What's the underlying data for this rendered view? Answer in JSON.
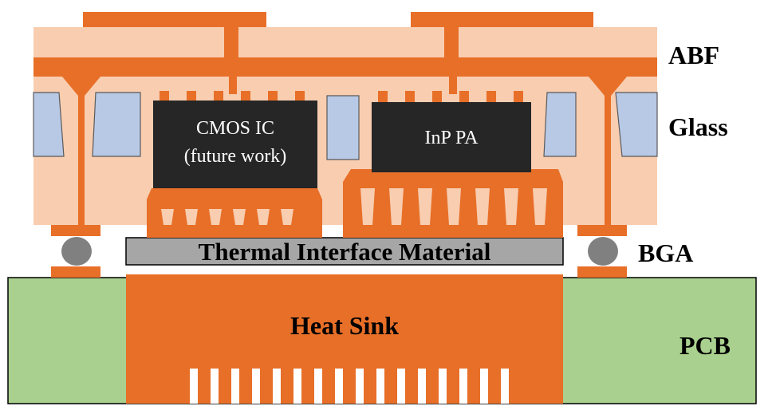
{
  "labels": {
    "abf": "ABF",
    "glass": "Glass",
    "bga": "BGA",
    "pcb": "PCB",
    "cmos_line1": "CMOS IC",
    "cmos_line2": "(future work)",
    "inp_pa": "InP PA",
    "tim": "Thermal Interface Material",
    "heat_sink": "Heat Sink"
  },
  "colors": {
    "abf": "#f8cdb0",
    "copper": "#e86f28",
    "glass_window": "#b8c9e6",
    "glass_window_edge": "#5a5a5a",
    "chip": "#262626",
    "chip_text": "#ffffff",
    "tim": "#a6a6a6",
    "pcb": "#a9d08e",
    "ball": "#808080",
    "outline": "#000000",
    "background": "#ffffff"
  }
}
